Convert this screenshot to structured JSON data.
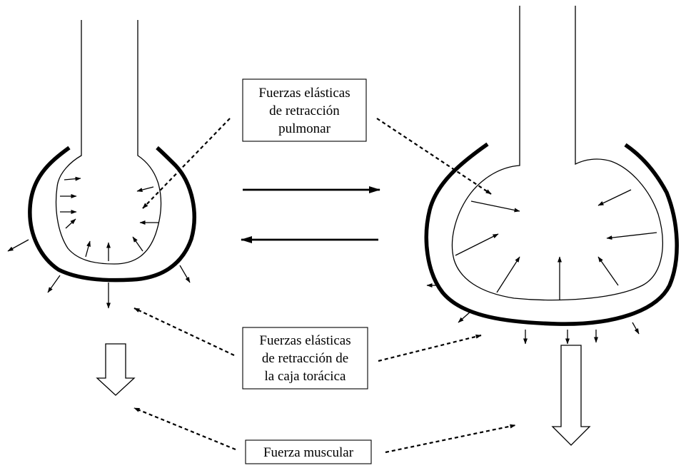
{
  "labels": {
    "lung_forces": [
      "Fuerzas elásticas",
      "de retracción",
      "pulmonar"
    ],
    "chest_forces": [
      "Fuerzas elásticas",
      "de retracción de",
      "la caja torácica"
    ],
    "muscle_force": [
      "Fuerza muscular"
    ]
  }
}
